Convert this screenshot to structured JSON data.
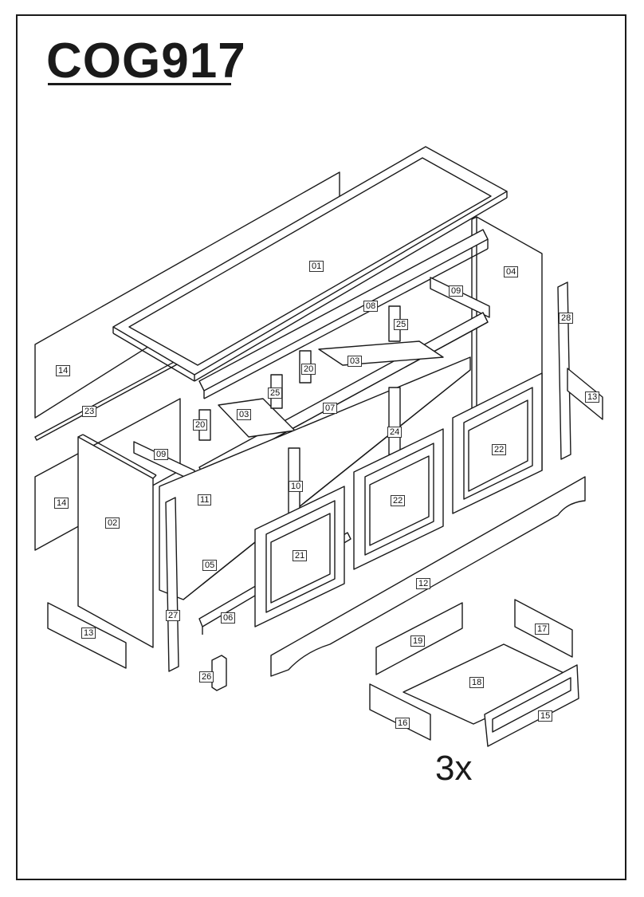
{
  "title": "COG917",
  "quantity_note": "3x",
  "parts": [
    {
      "id": "01"
    },
    {
      "id": "02"
    },
    {
      "id": "03"
    },
    {
      "id": "03"
    },
    {
      "id": "04"
    },
    {
      "id": "05"
    },
    {
      "id": "06"
    },
    {
      "id": "07"
    },
    {
      "id": "08"
    },
    {
      "id": "09"
    },
    {
      "id": "09"
    },
    {
      "id": "10"
    },
    {
      "id": "11"
    },
    {
      "id": "12"
    },
    {
      "id": "13"
    },
    {
      "id": "13"
    },
    {
      "id": "14"
    },
    {
      "id": "14"
    },
    {
      "id": "15"
    },
    {
      "id": "16"
    },
    {
      "id": "17"
    },
    {
      "id": "18"
    },
    {
      "id": "19"
    },
    {
      "id": "20"
    },
    {
      "id": "20"
    },
    {
      "id": "21"
    },
    {
      "id": "22"
    },
    {
      "id": "22"
    },
    {
      "id": "23"
    },
    {
      "id": "24"
    },
    {
      "id": "25"
    },
    {
      "id": "25"
    },
    {
      "id": "26"
    },
    {
      "id": "27"
    },
    {
      "id": "28"
    }
  ]
}
